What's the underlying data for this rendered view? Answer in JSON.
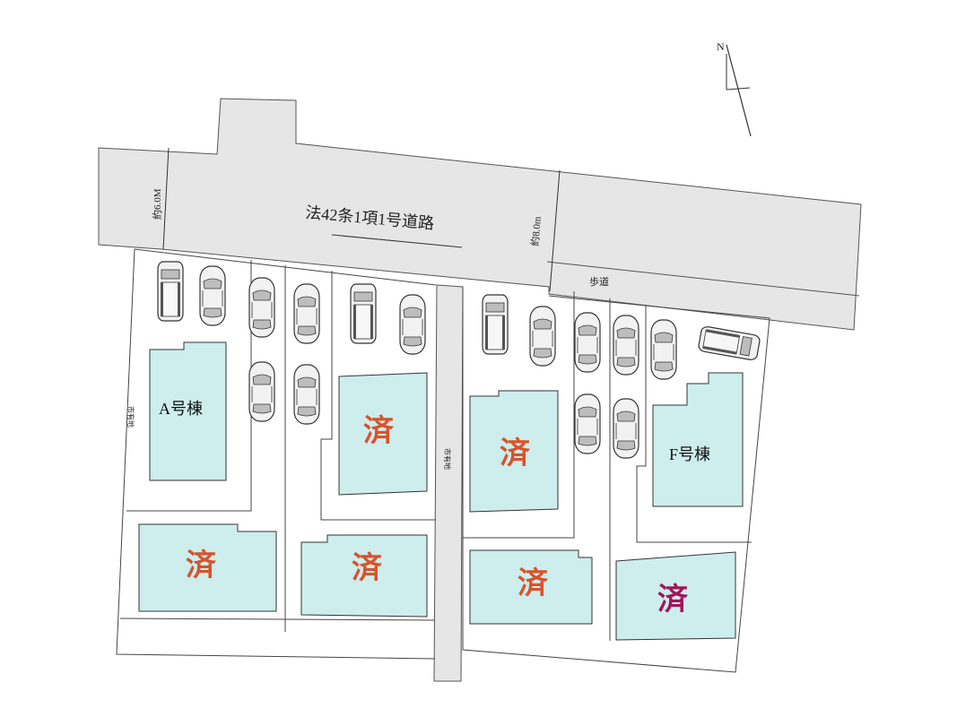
{
  "road": {
    "name": "法42条1項1号道路",
    "width_west": "約6.0M",
    "width_east": "約8.0m",
    "sidewalk": "歩道",
    "alley_label": "市有地"
  },
  "compass": {
    "north": "N"
  },
  "lots": [
    {
      "id": "A",
      "label": "A号棟",
      "status": ""
    },
    {
      "id": "B",
      "label": "",
      "status": "済"
    },
    {
      "id": "C",
      "label": "",
      "status": "済"
    },
    {
      "id": "D",
      "label": "",
      "status": "済"
    },
    {
      "id": "E",
      "label": "",
      "status": "済"
    },
    {
      "id": "F",
      "label": "F号棟",
      "status": ""
    },
    {
      "id": "G",
      "label": "",
      "status": "済"
    },
    {
      "id": "H",
      "label": "",
      "status": "済"
    }
  ],
  "colors": {
    "house": "#cdeeed",
    "road": "#e6e6e6",
    "sold_mark": "#d8532c",
    "sold_mark_alt": "#a2145a"
  }
}
